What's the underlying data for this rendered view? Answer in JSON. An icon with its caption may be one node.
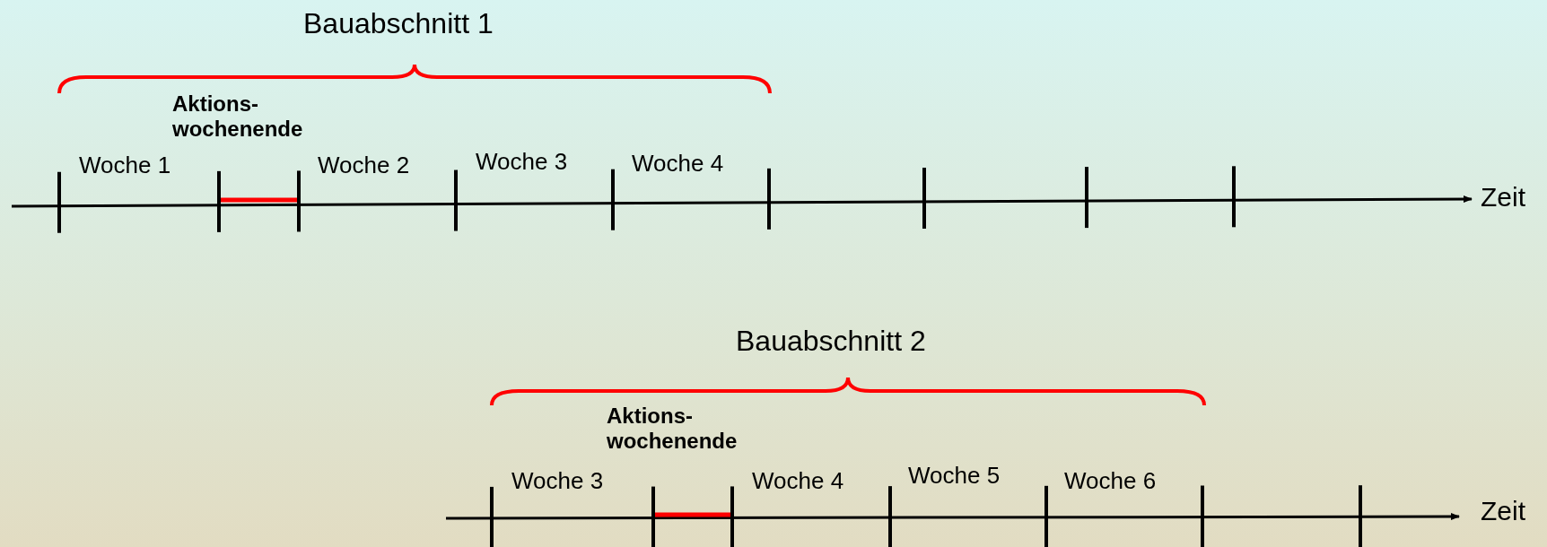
{
  "diagram": {
    "labels": [
      "Bauabschnitt 1",
      "Aktions- wochenende",
      "Woche 1",
      "Woche 2",
      "Woche 3",
      "Woche 4",
      "Zeit",
      "Bauabschnitt 2",
      "Aktions- wochenende",
      "Woche 3",
      "Woche 4",
      "Woche 5",
      "Woche 6",
      "Zeit"
    ]
  }
}
